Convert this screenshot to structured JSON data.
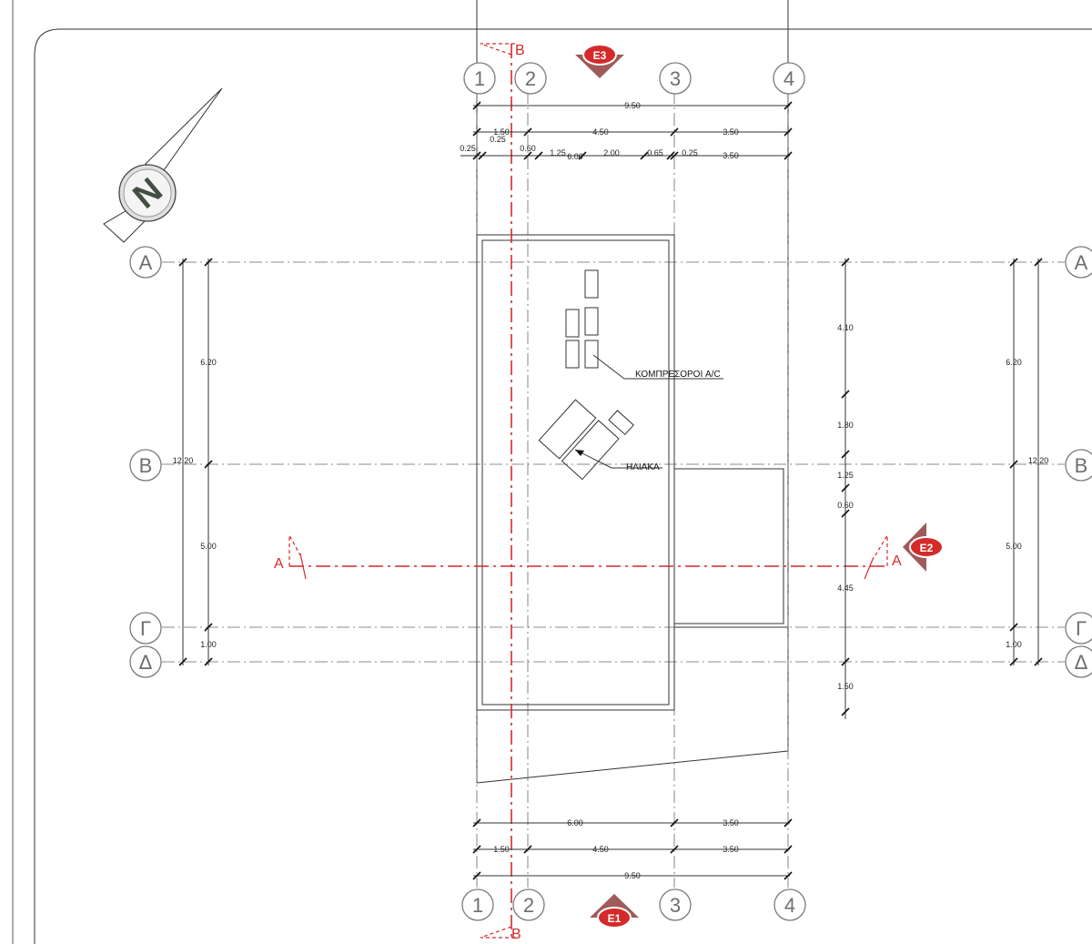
{
  "grid": {
    "columns": [
      "1",
      "2",
      "3",
      "4"
    ],
    "rows": [
      "A",
      "B",
      "Γ",
      "Δ"
    ]
  },
  "labels": {
    "compressors": "ΚΟΜΠΡΕΣΟΡΟΙ A/C",
    "solar": "ΗΛΙΑΚΑ",
    "north": "N"
  },
  "sections": {
    "section_a": "A",
    "section_b": "B",
    "e1": "E1",
    "e2": "E2",
    "e3": "E3"
  },
  "dims_top": {
    "overall": "9.50",
    "d1": "1.50",
    "d2": "4.50",
    "d3": "3.50",
    "s1": "0.25",
    "s2": "0.25",
    "s3": "0.60",
    "s4": "1.25",
    "s5": "6.00",
    "s6": "2.00",
    "s7": "0.65",
    "s8": "0.25",
    "s9": "3.50"
  },
  "dims_bottom": {
    "a1": "6.00",
    "a2": "3.50",
    "b1": "1.50",
    "b2": "4.50",
    "b3": "3.50",
    "overall": "9.50"
  },
  "dims_left": {
    "ab": "6.20",
    "total": "12.20",
    "bg": "5.00",
    "gd": "1.00"
  },
  "dims_right_inner": {
    "r1": "4.10",
    "r2": "1.80",
    "r3": "1.25",
    "r4": "0.60",
    "r5": "4.45",
    "r6": "1.50"
  },
  "dims_right": {
    "ab": "6.20",
    "total": "12.20",
    "bg": "5.00",
    "gd": "1.00"
  }
}
